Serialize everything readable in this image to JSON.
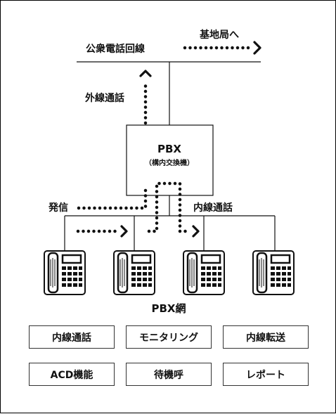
{
  "labels": {
    "public_line": "公衆電話回線",
    "to_base_station": "基地局へ",
    "outside_call": "外線通話",
    "pbx_title": "PBX",
    "pbx_subtitle": "（構内交換機）",
    "outgoing": "発信",
    "internal_call": "内線通話",
    "network": "PBX網"
  },
  "phones": [
    {
      "icon": "desk-phone-icon"
    },
    {
      "icon": "desk-phone-icon"
    },
    {
      "icon": "desk-phone-icon"
    },
    {
      "icon": "desk-phone-icon"
    }
  ],
  "features": [
    {
      "label": "内線通話"
    },
    {
      "label": "モニタリング"
    },
    {
      "label": "内線転送"
    },
    {
      "label": "ACD機能"
    },
    {
      "label": "待機呼"
    },
    {
      "label": "レポート"
    }
  ],
  "colors": {
    "ink": "#111111",
    "background": "#ffffff"
  }
}
